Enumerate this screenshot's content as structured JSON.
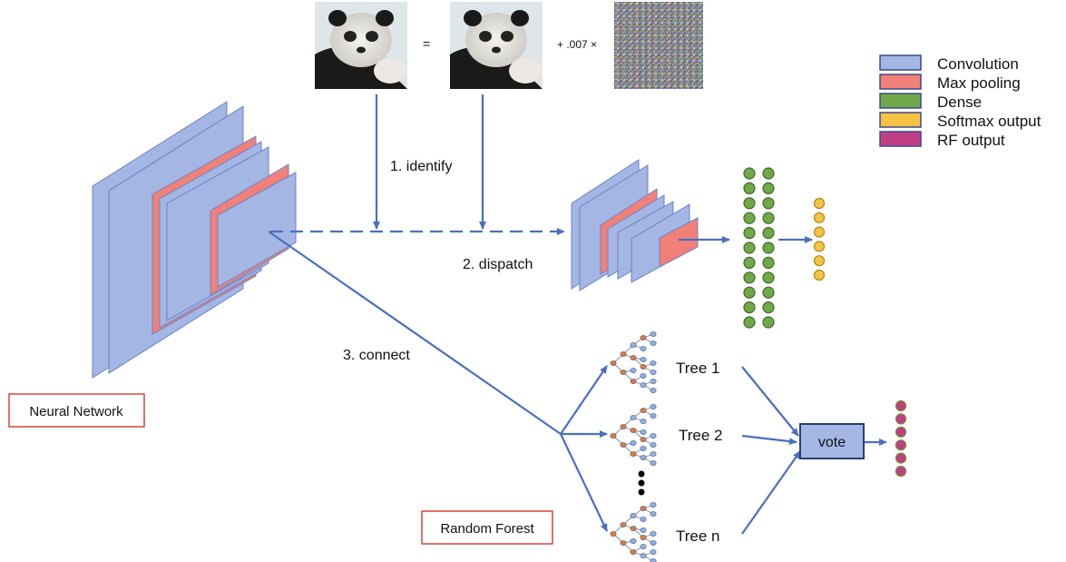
{
  "colors": {
    "convolution": "#a4b6e3",
    "max_pooling": "#f08078",
    "dense": "#71a84a",
    "softmax_output": "#f5c243",
    "rf_output": "#c03f84",
    "arrow": "#4a6fbf",
    "layer_edge": "#6b83c8",
    "tag_border": "#d9443a"
  },
  "images": {
    "equals_sign": "=",
    "perturbation_text": "+ .007 ×"
  },
  "legend": {
    "items": [
      {
        "label": "Convolution",
        "color_key": "convolution"
      },
      {
        "label": "Max pooling",
        "color_key": "max_pooling"
      },
      {
        "label": "Dense",
        "color_key": "dense"
      },
      {
        "label": "Softmax output",
        "color_key": "softmax_output"
      },
      {
        "label": "RF output",
        "color_key": "rf_output"
      }
    ]
  },
  "steps": {
    "identify": "1. identify",
    "dispatch": "2. dispatch",
    "connect": "3. connect"
  },
  "tags": {
    "neural_network": "Neural Network",
    "random_forest": "Random Forest"
  },
  "trees": [
    {
      "label": "Tree 1"
    },
    {
      "label": "Tree 2"
    },
    {
      "label": "Tree n"
    }
  ],
  "vote": "vote",
  "ellipsis_icon": "vertical-ellipsis"
}
